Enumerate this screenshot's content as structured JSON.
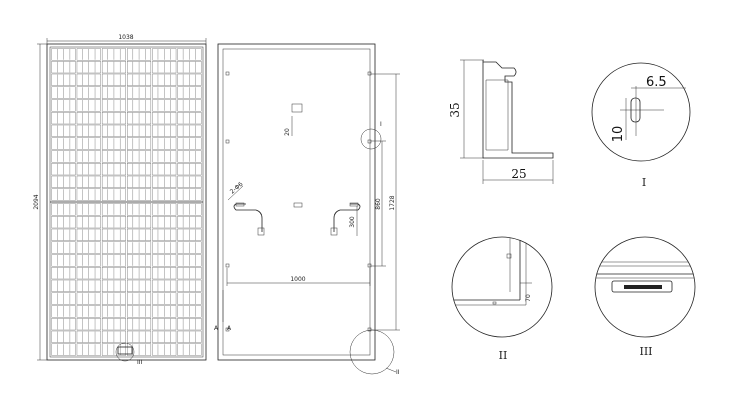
{
  "front_view": {
    "width_label": "1038",
    "height_label": "2094",
    "section_mark": "III"
  },
  "back_view": {
    "width_label": "1000",
    "mount_spacing_label": "1728",
    "hole_spacing_label": "860",
    "cable_label": "300",
    "drain_label": "20",
    "hole_label": "2-Φ6",
    "section_mark_a_left": "A",
    "section_mark_a_right": "A",
    "detail_i_mark": "I",
    "detail_ii_mark": "II"
  },
  "frame_profile": {
    "height_label": "35",
    "width_label": "25"
  },
  "detail_i": {
    "caption": "I",
    "hole_width_label": "6.5",
    "hole_height_label": "10"
  },
  "detail_ii": {
    "caption": "II",
    "dim_label": "70"
  },
  "detail_iii": {
    "caption": "III"
  }
}
